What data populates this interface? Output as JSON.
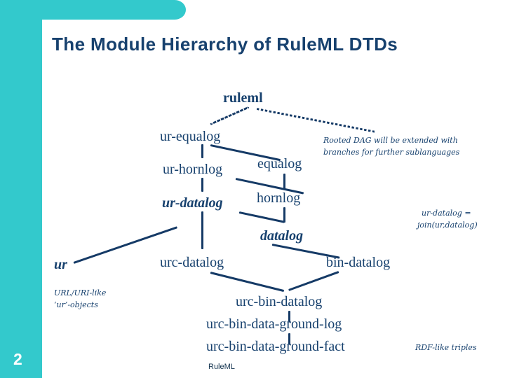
{
  "slide": {
    "title": "The Module Hierarchy of RuleML DTDs",
    "page_number": "2",
    "footer": "RuleML",
    "accent_color": "#33c9cc",
    "ink_color": "#17416e"
  },
  "diagram": {
    "nodes": {
      "ruleml": "ruleml",
      "ur_equalog": "ur-equalog",
      "ur_hornlog": "ur-hornlog",
      "ur_datalog": "ur-datalog",
      "equalog": "equalog",
      "hornlog": "hornlog",
      "datalog": "datalog",
      "ur": "ur",
      "urc_datalog": "urc-datalog",
      "bin_datalog": "bin-datalog",
      "urc_bin_datalog": "urc-bin-datalog",
      "urc_bin_data_ground_log": "urc-bin-data-ground-log",
      "urc_bin_data_ground_fact": "urc-bin-data-ground-fact"
    },
    "annotations": {
      "rooted_dag_line1": "Rooted DAG will be extended with",
      "rooted_dag_line2": "branches for further sublanguages",
      "ur_objects_line1": "URL/URI-like",
      "ur_objects_line2": "‘ur’-objects",
      "join_line1": "ur-datalog =",
      "join_line2": "join(ur,datalog)",
      "rdf_triples": "RDF-like triples"
    }
  }
}
